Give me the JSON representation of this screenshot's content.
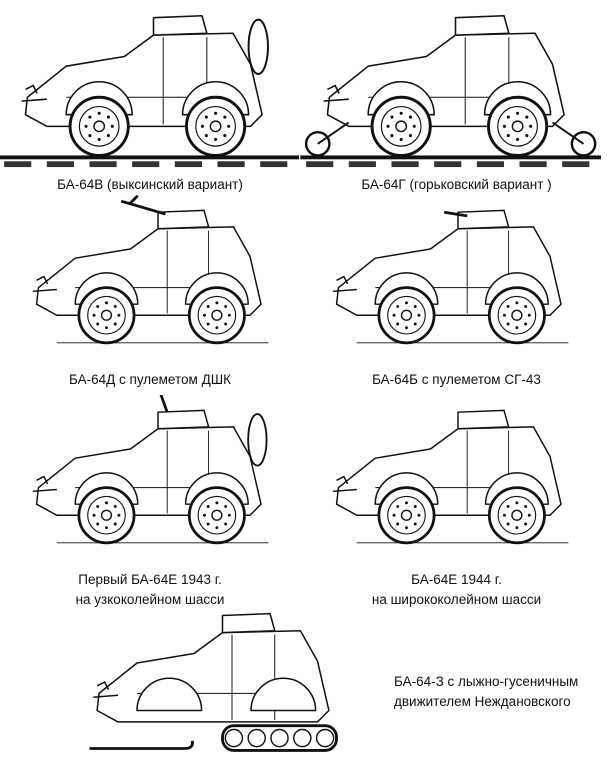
{
  "figures": [
    {
      "id": "ba64v",
      "caption": [
        "БА-64В (выксинский вариант)"
      ],
      "running_gear": "rail-wheels",
      "spare_wheel": true,
      "gun": "none"
    },
    {
      "id": "ba64g",
      "caption": [
        "БА-64Г (горьковский вариант )"
      ],
      "running_gear": "rail-rollers",
      "spare_wheel": false,
      "gun": "none"
    },
    {
      "id": "ba64d",
      "caption": [
        "БА-64Д с пулеметом ДШК"
      ],
      "running_gear": "wheels",
      "spare_wheel": false,
      "gun": "dshk"
    },
    {
      "id": "ba64b",
      "caption": [
        "БА-64Б с пулеметом СГ-43"
      ],
      "running_gear": "wheels",
      "spare_wheel": false,
      "gun": "sg43"
    },
    {
      "id": "ba64e1943",
      "caption": [
        "Первый БА-64Е 1943 г.",
        "на узкоколейном шасси"
      ],
      "running_gear": "wheels",
      "spare_wheel": true,
      "gun": "aa"
    },
    {
      "id": "ba64e1944",
      "caption": [
        "БА-64Е 1944 г.",
        "на ширококолейном шасси"
      ],
      "running_gear": "wheels",
      "spare_wheel": false,
      "gun": "none"
    },
    {
      "id": "ba64z",
      "caption": [
        "БА-64-З с лыжно-гусеничным",
        "движителем Неждановского"
      ],
      "running_gear": "ski-track",
      "spare_wheel": false,
      "gun": "none"
    }
  ]
}
